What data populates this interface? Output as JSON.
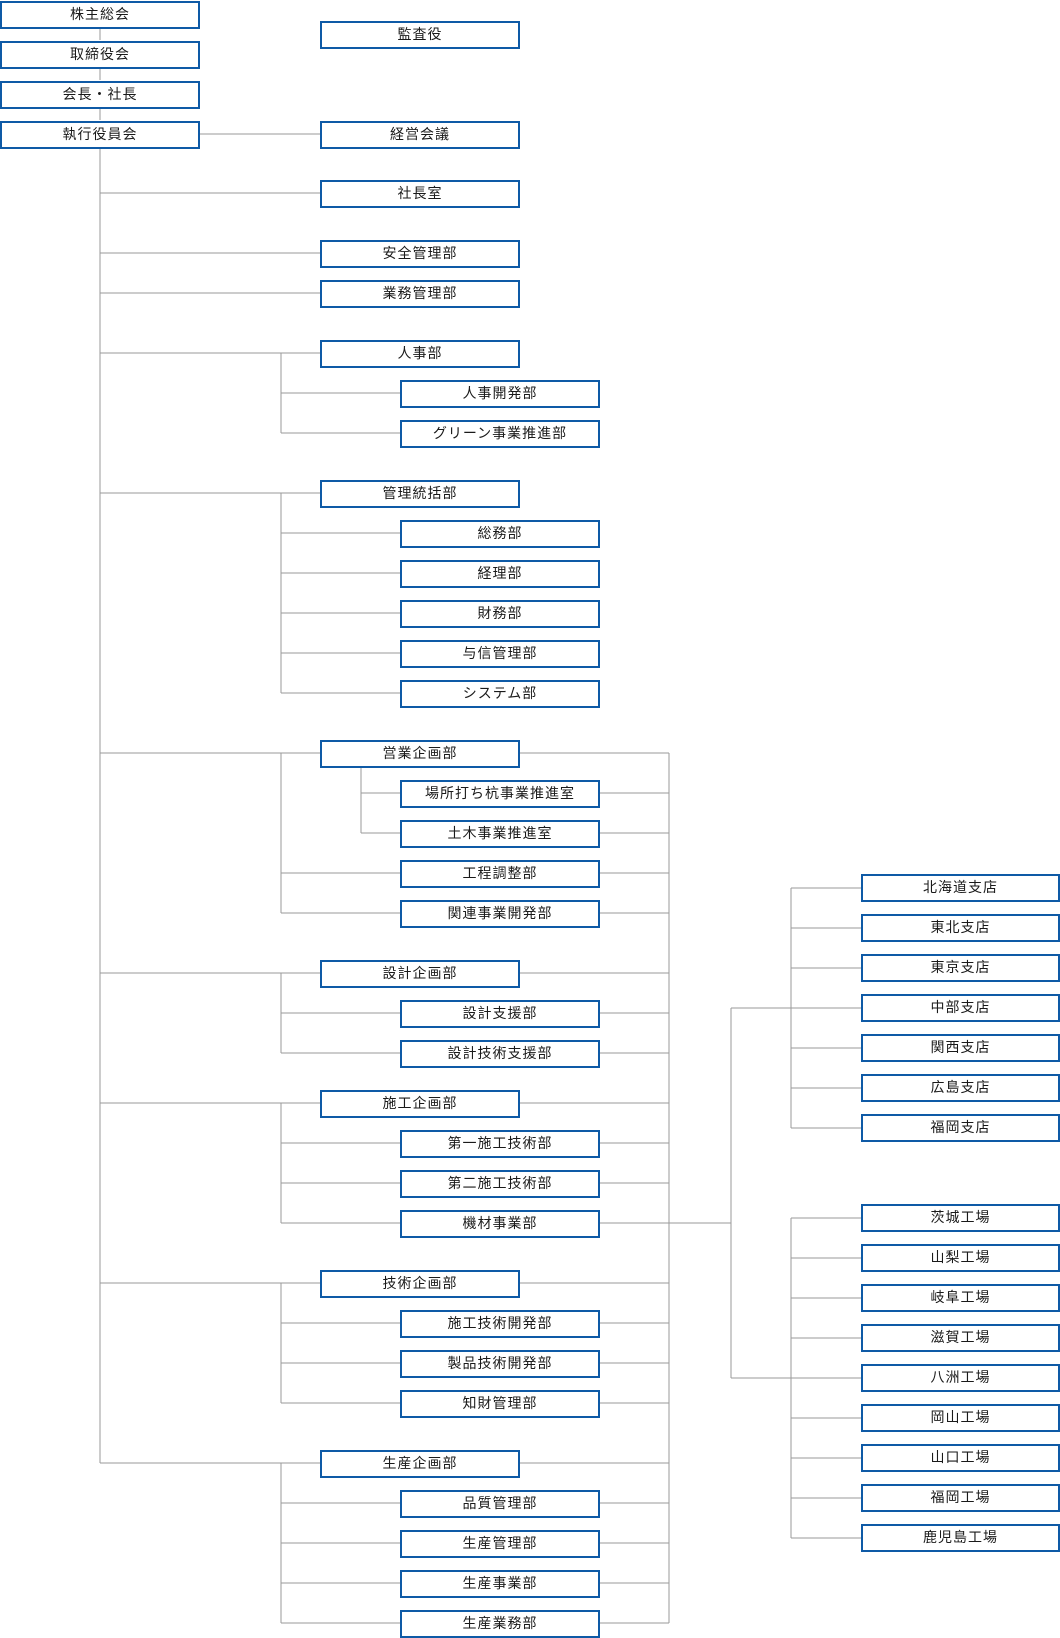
{
  "org_chart": {
    "top": {
      "shareholders": "株主総会",
      "board": "取締役会",
      "chairman": "会長・社長",
      "executive": "執行役員会",
      "auditor": "監査役"
    },
    "departments": {
      "management_meeting": "経営会議",
      "president_office": "社長室",
      "safety": "安全管理部",
      "business_mgmt": "業務管理部",
      "hr": {
        "name": "人事部",
        "children": [
          "人事開発部",
          "グリーン事業推進部"
        ]
      },
      "admin": {
        "name": "管理統括部",
        "children": [
          "総務部",
          "経理部",
          "財務部",
          "与信管理部",
          "システム部"
        ]
      },
      "sales": {
        "name": "営業企画部",
        "sub": [
          "場所打ち杭事業推進室",
          "土木事業推進室"
        ],
        "children": [
          "工程調整部",
          "関連事業開発部"
        ]
      },
      "design": {
        "name": "設計企画部",
        "children": [
          "設計支援部",
          "設計技術支援部"
        ]
      },
      "construction": {
        "name": "施工企画部",
        "children": [
          "第一施工技術部",
          "第二施工技術部",
          "機材事業部"
        ]
      },
      "technology": {
        "name": "技術企画部",
        "children": [
          "施工技術開発部",
          "製品技術開発部",
          "知財管理部"
        ]
      },
      "production": {
        "name": "生産企画部",
        "children": [
          "品質管理部",
          "生産管理部",
          "生産事業部",
          "生産業務部"
        ]
      }
    },
    "branches": [
      "北海道支店",
      "東北支店",
      "東京支店",
      "中部支店",
      "関西支店",
      "広島支店",
      "福岡支店"
    ],
    "factories": [
      "茨城工場",
      "山梨工場",
      "岐阜工場",
      "滋賀工場",
      "八洲工場",
      "岡山工場",
      "山口工場",
      "福岡工場",
      "鹿児島工場"
    ]
  },
  "colors": {
    "box_border": "#0e5aa6",
    "line": "#9a9a9a",
    "text": "#1a1a1a"
  }
}
